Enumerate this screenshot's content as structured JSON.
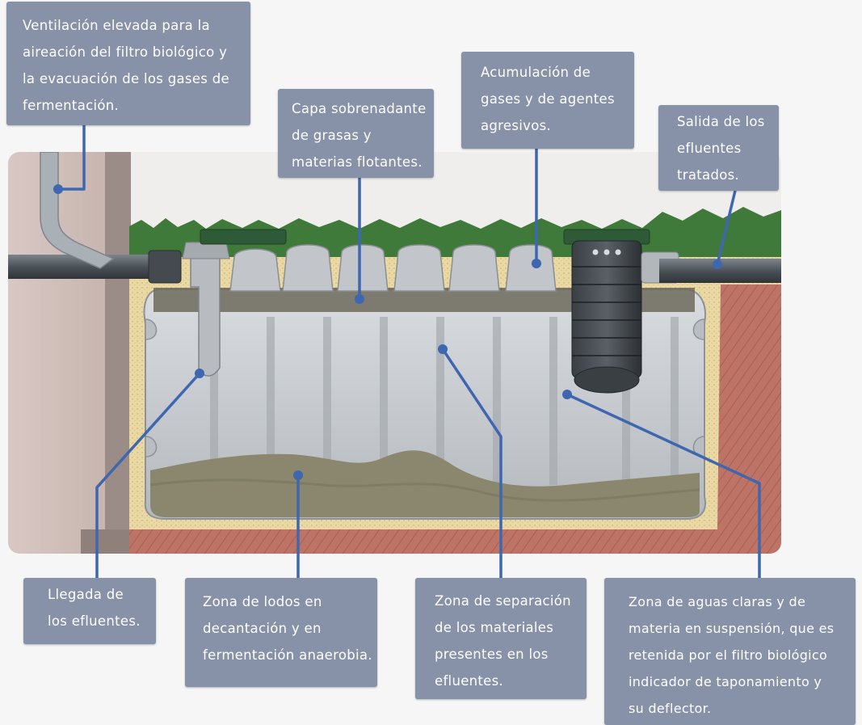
{
  "labels": {
    "ventilation": [
      "Ventilación elevada para la",
      "aireación del filtro biológico y",
      "la evacuación de los gases de",
      "fermentación."
    ],
    "grease_layer": [
      "Capa sobrenadante",
      "de grasas y",
      "materias flotantes."
    ],
    "gas_accumulation": [
      "Acumulación de",
      "gases y de agentes",
      "agresivos."
    ],
    "outlet": [
      "Salida de los",
      "efluentes",
      "tratados."
    ],
    "inlet": [
      "Llegada de",
      "los efluentes."
    ],
    "sludge_zone": [
      "Zona de lodos en",
      "decantación y en",
      "fermentación anaerobia."
    ],
    "separation_zone": [
      "Zona de separación",
      "de los materiales",
      "presentes en los",
      "efluentes."
    ],
    "clear_water_zone": [
      "Zona de aguas claras y de",
      "materia en suspensión, que es",
      "retenida por el filtro biológico",
      "indicador de taponamiento y",
      "su deflector."
    ]
  },
  "colors": {
    "label_bg": "#8792a8",
    "leader_line": "#3f67b0",
    "soil": "#b86b5e",
    "sand": "#e9d7a0",
    "grass": "#3f7a3a",
    "tank": "#c9cdd1",
    "sludge": "#8a876e",
    "pipe": "#5b6269"
  }
}
